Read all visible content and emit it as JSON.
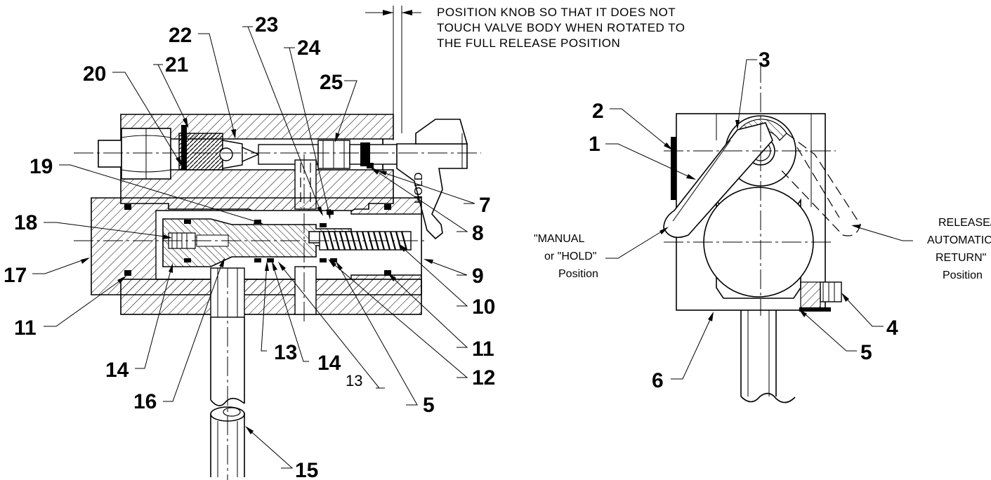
{
  "note": {
    "line1": "POSITION KNOB SO THAT IT DOES NOT",
    "line2": "TOUCH VALVE BODY WHEN ROTATED TO",
    "line3": "THE FULL RELEASE POSITION"
  },
  "knob_text": "HOLD",
  "positions": {
    "manual_line1": "\"MANUAL",
    "manual_line2": "or \"HOLD\"",
    "manual_line3": "Position",
    "release_line1": "RELEASE/",
    "release_line2": "AUTOMATIC",
    "release_line3": "RETURN\"",
    "release_line4": "Position"
  },
  "left_callouts": [
    "20",
    "21",
    "22",
    "23",
    "24",
    "25",
    "19",
    "18",
    "17",
    "11",
    "14",
    "16",
    "13",
    "14",
    "13",
    "5",
    "12",
    "11",
    "10",
    "9",
    "8",
    "7",
    "15"
  ],
  "right_callouts": [
    "2",
    "3",
    "1",
    "4",
    "5",
    "6"
  ]
}
